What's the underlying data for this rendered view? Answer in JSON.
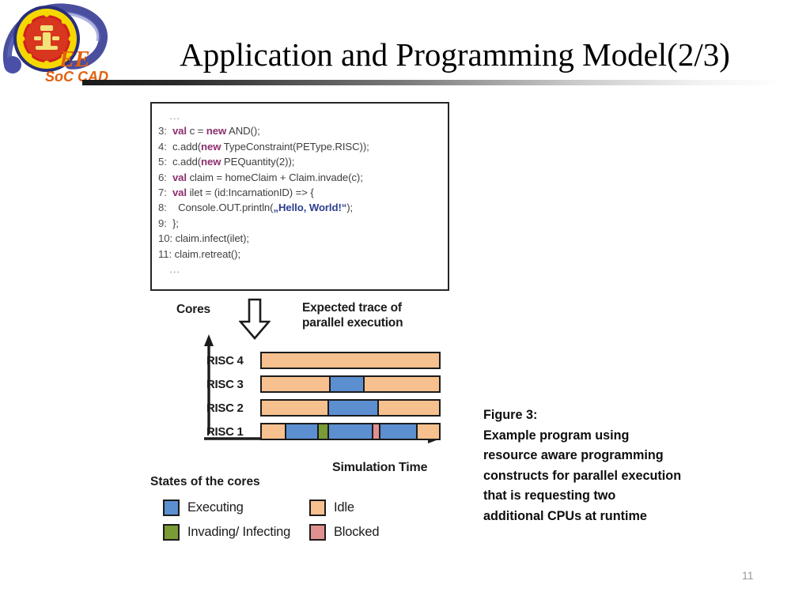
{
  "slide": {
    "title": "Application and Programming Model(2/3)",
    "page_number": "11",
    "logo": {
      "org_text": "EE",
      "sub_text": "SoC CAD"
    }
  },
  "code_block": {
    "lines": [
      {
        "num": "",
        "text": "..."
      },
      {
        "num": "3:",
        "text": "val c = new AND();"
      },
      {
        "num": "4:",
        "text": "c.add(new TypeConstraint(PEType.RISC));"
      },
      {
        "num": "5:",
        "text": "c.add(new PEQuantity(2));"
      },
      {
        "num": "6:",
        "text": "val claim = homeClaim + Claim.invade(c);"
      },
      {
        "num": "7:",
        "text": "val ilet = (id:IncarnationID) => {"
      },
      {
        "num": "8:",
        "text": "Console.OUT.println(„Hello, World!“);"
      },
      {
        "num": "9:",
        "text": "};"
      },
      {
        "num": "10:",
        "text": "claim.infect(ilet);"
      },
      {
        "num": "11:",
        "text": "claim.retreat();"
      },
      {
        "num": "",
        "text": "..."
      }
    ]
  },
  "chart_data": {
    "type": "bar",
    "title": "Expected trace of parallel execution",
    "xlabel": "Simulation Time",
    "ylabel": "Cores",
    "grid": false,
    "legend_position": "below",
    "legend_title": "States of the cores",
    "categories": [
      "RISC 4",
      "RISC 3",
      "RISC 2",
      "RISC 1"
    ],
    "states": [
      {
        "key": "executing",
        "label": "Executing",
        "color": "#5b8fd0"
      },
      {
        "key": "idle",
        "label": "Idle",
        "color": "#f7c08f"
      },
      {
        "key": "invading",
        "label": "Invading/ Infecting",
        "color": "#7a9b36"
      },
      {
        "key": "blocked",
        "label": "Blocked",
        "color": "#e0918f"
      }
    ],
    "series": [
      {
        "name": "RISC 4",
        "segments": [
          {
            "state": "idle",
            "width": 100
          }
        ]
      },
      {
        "name": "RISC 3",
        "segments": [
          {
            "state": "idle",
            "width": 39
          },
          {
            "state": "executing",
            "width": 19
          },
          {
            "state": "idle",
            "width": 42
          }
        ]
      },
      {
        "name": "RISC 2",
        "segments": [
          {
            "state": "idle",
            "width": 38
          },
          {
            "state": "executing",
            "width": 28
          },
          {
            "state": "idle",
            "width": 34
          }
        ]
      },
      {
        "name": "RISC 1",
        "segments": [
          {
            "state": "idle",
            "width": 14
          },
          {
            "state": "executing",
            "width": 18
          },
          {
            "state": "invading",
            "width": 6
          },
          {
            "state": "executing",
            "width": 25
          },
          {
            "state": "blocked",
            "width": 4
          },
          {
            "state": "executing",
            "width": 21
          },
          {
            "state": "idle",
            "width": 12
          }
        ]
      }
    ]
  },
  "caption": {
    "lines": [
      "Figure 3:",
      "Example program using",
      "resource aware programming",
      "constructs for parallel execution",
      "that is requesting two",
      "additional CPUs at runtime"
    ]
  }
}
